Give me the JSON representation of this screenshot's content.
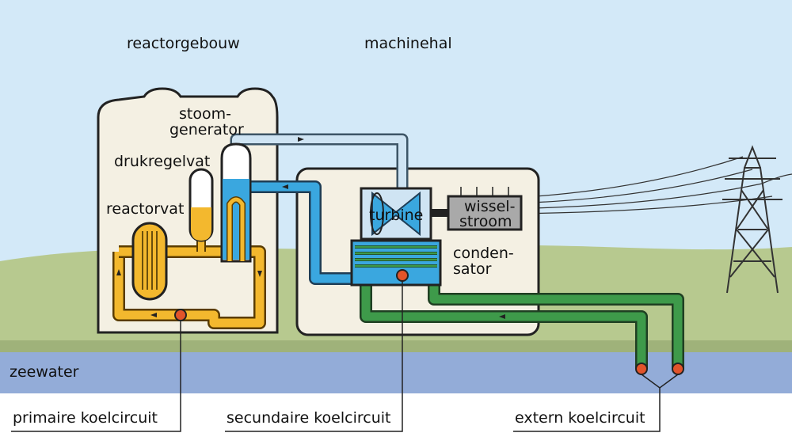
{
  "labels": {
    "reactor_building": "reactorgebouw",
    "machine_hall": "machinehal",
    "steam_generator_1": "stoom-",
    "steam_generator_2": "generator",
    "pressurizer": "drukregelvat",
    "reactor_vessel": "reactorvat",
    "turbine": "turbine",
    "alternating_current_1": "wissel-",
    "alternating_current_2": "stroom",
    "condenser_1": "conden-",
    "condenser_2": "sator",
    "seawater": "zeewater",
    "primary_circuit": "primaire koelcircuit",
    "secondary_circuit": "secundaire koelcircuit",
    "external_circuit": "extern koelcircuit"
  },
  "colors": {
    "sky": "#d3e9f8",
    "ground": "#b7c98f",
    "water": "#93acd8",
    "building_fill": "#f4f0e3",
    "primary_loop": "#f3b82e",
    "secondary_loop": "#3aa7df",
    "steam_line": "#cfe4f3",
    "external_loop": "#3e9a4a",
    "pump": "#e2542a",
    "generator_box": "#a9a9a9"
  }
}
